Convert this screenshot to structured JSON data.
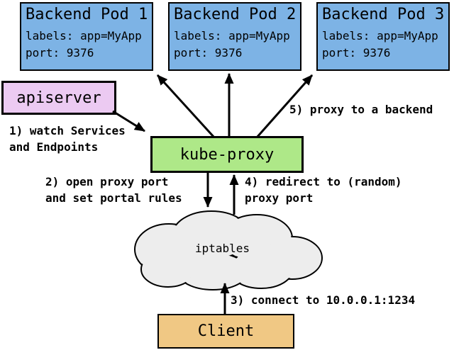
{
  "colors": {
    "pod_fill": "#7db3e5",
    "apiserver_fill": "#eccaf2",
    "kube_proxy_fill": "#aee888",
    "client_fill": "#f0c884",
    "cloud_fill": "#ededed",
    "outline": "#000000",
    "background": "#ffffff"
  },
  "pods": [
    {
      "title": "Backend Pod 1",
      "labels_line": "labels: app=MyApp",
      "port_line": "port: 9376"
    },
    {
      "title": "Backend Pod 2",
      "labels_line": "labels: app=MyApp",
      "port_line": "port: 9376"
    },
    {
      "title": "Backend Pod 3",
      "labels_line": "labels: app=MyApp",
      "port_line": "port: 9376"
    }
  ],
  "nodes": {
    "apiserver_label": "apiserver",
    "kube_proxy_label": "kube-proxy",
    "iptables_label": "iptables",
    "client_label": "Client"
  },
  "annotations": {
    "step1": "1) watch Services\nand Endpoints",
    "step2": "2) open proxy port\nand set portal rules",
    "step3": "3) connect to 10.0.0.1:1234",
    "step4": "4) redirect to (random)\nproxy port",
    "step5": "5) proxy to a backend"
  }
}
